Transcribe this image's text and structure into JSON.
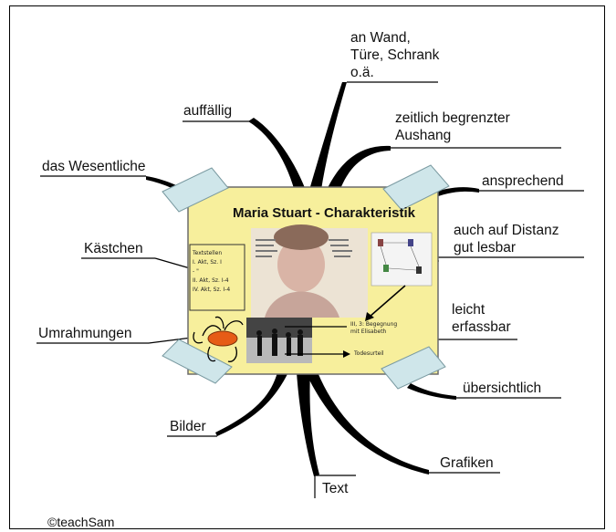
{
  "poster": {
    "title": "Maria Stuart - Charakteristik",
    "box_lines": [
      "Textstellen",
      "I. Akt, Sz. I",
      "- \"",
      "II. Akt, Sz. I-4",
      "IV. Akt, Sz. I-4"
    ],
    "caption_1": "III, 3: Begegnung mit Elisabeth",
    "caption_2": "Todesurteil"
  },
  "branches": {
    "an_wand": [
      "an Wand,",
      "Türe, Schrank",
      "o.ä."
    ],
    "auffaellig": "auffällig",
    "zeitlich": [
      "zeitlich begrenzter",
      "Aushang"
    ],
    "wesentliche": "das Wesentliche",
    "ansprechend": "ansprechend",
    "distanz": [
      "auch auf Distanz",
      "gut lesbar"
    ],
    "kaestchen": "Kästchen",
    "leicht": [
      "leicht",
      "erfassbar"
    ],
    "umrahmungen": "Umrahmungen",
    "uebersichtlich": "übersichtlich",
    "bilder": "Bilder",
    "grafiken": "Grafiken",
    "text": "Text"
  },
  "copyright": "©teachSam",
  "colors": {
    "poster": "#f7ef9c",
    "tape": "#cfe6ea",
    "branch": "#000000",
    "oval": "#e65c16"
  }
}
